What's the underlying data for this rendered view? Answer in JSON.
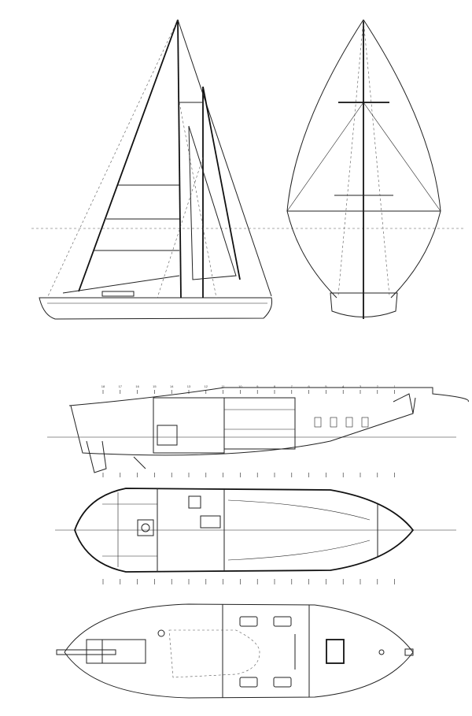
{
  "drawing": {
    "views": [
      "sail-plan-profile",
      "sail-plan-front",
      "inboard-profile",
      "accommodation-plan",
      "deck-plan"
    ],
    "station_numbers": [
      "18",
      "17",
      "16",
      "15",
      "14",
      "13",
      "12",
      "11",
      "10",
      "9",
      "8",
      "7",
      "6",
      "5",
      "4",
      "3",
      "2",
      "1"
    ],
    "line_color": "#222222",
    "background": "#ffffff"
  }
}
